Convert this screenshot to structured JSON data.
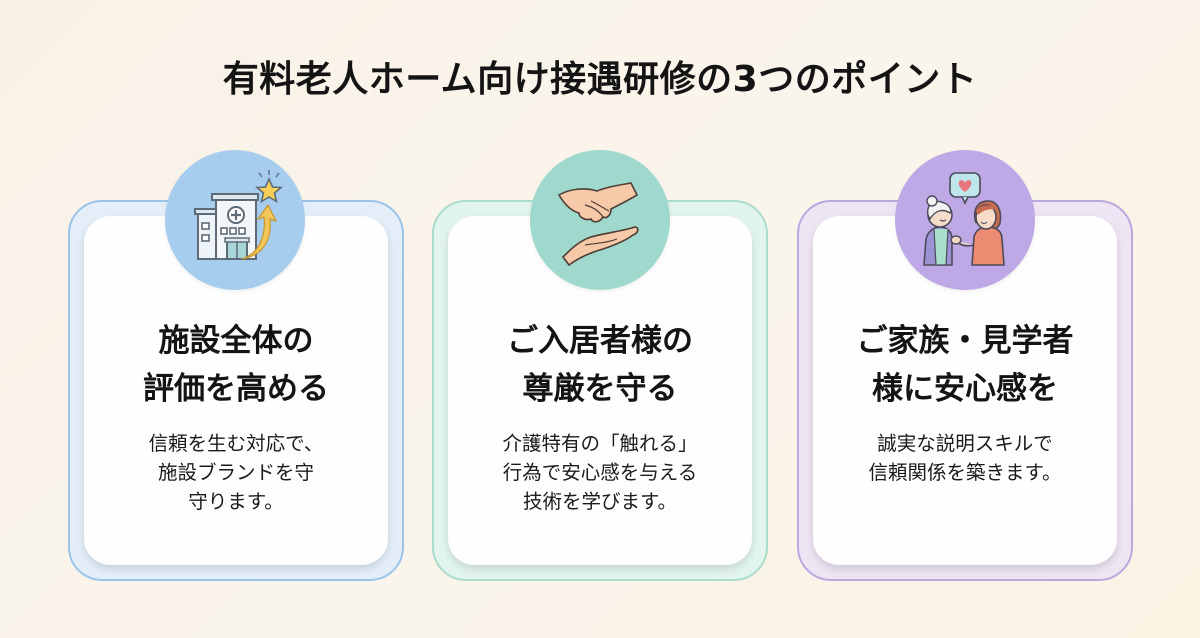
{
  "title": "有料老人ホーム向け接遇研修の3つのポイント",
  "colors": {
    "background": "#f8f2e8",
    "card1_border": "#9cc3ea",
    "card1_frame": "#e3eef8",
    "card1_circle": "#a6cdee",
    "card2_border": "#a9dcc9",
    "card2_frame": "#e2f4ee",
    "card2_circle": "#9fd8cc",
    "card3_border": "#bba8de",
    "card3_frame": "#ede4f4",
    "card3_circle": "#bea8e6"
  },
  "cards": [
    {
      "icon": "hospital-building-star-arrow-icon",
      "heading": [
        "施設全体の",
        "評価を高める"
      ],
      "description": [
        "信頼を生む対応で、",
        "施設ブランドを守",
        "守ります。"
      ]
    },
    {
      "icon": "caring-hands-icon",
      "heading": [
        "ご入居者様の",
        "尊厳を守る"
      ],
      "description": [
        "介護特有の「触れる」",
        "行為で安心感を与える",
        "技術を学びます。"
      ]
    },
    {
      "icon": "elderly-woman-conversation-heart-icon",
      "heading": [
        "ご家族・見学者",
        "様に安心感を"
      ],
      "description": [
        "誠実な説明スキルで",
        "信頼関係を築きます。"
      ]
    }
  ]
}
